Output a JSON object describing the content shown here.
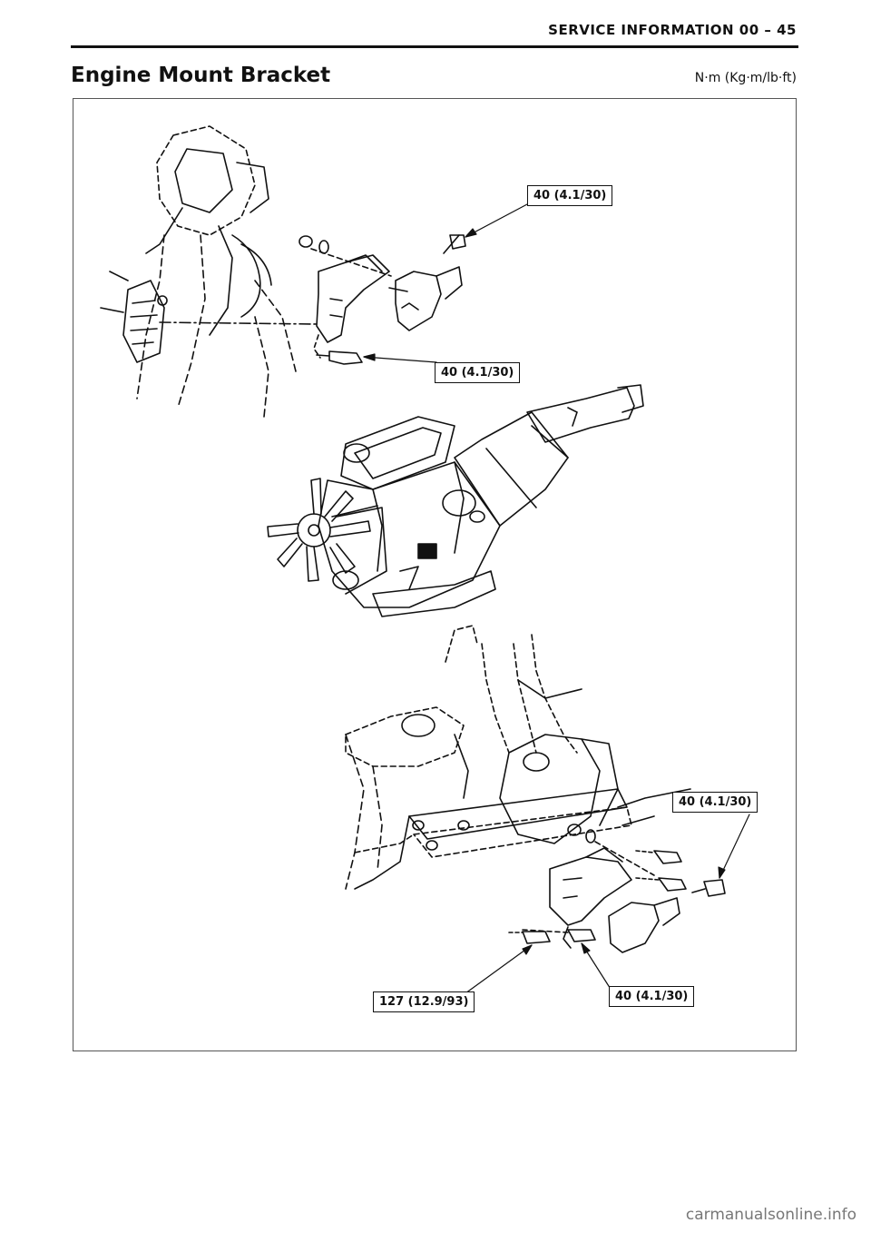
{
  "header": {
    "section_title": "SERVICE INFORMATION 00 – 45"
  },
  "page": {
    "title": "Engine Mount Bracket",
    "units": "N·m (Kg·m/lb·ft)"
  },
  "figure": {
    "callouts": [
      "40 (4.1/30)",
      "40 (4.1/30)",
      "40 (4.1/30)",
      "127 (12.9/93)",
      "40 (4.1/30)"
    ]
  },
  "footer": {
    "watermark": "carmanualsonline.info"
  }
}
